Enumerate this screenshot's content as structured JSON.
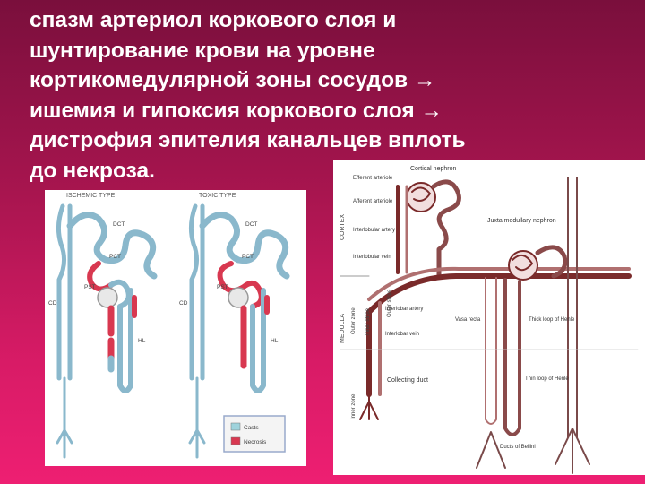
{
  "title_lines": [
    "спазм артериол коркового слоя и",
    "шунтирование крови на уровне",
    "кортикомедулярной зоны сосудов →",
    "ишемия и гипоксия коркового слоя →",
    "дистрофия эпителия канальцев вплоть",
    "до некроза."
  ],
  "left_figure": {
    "ischemic_label": "ISCHEMIC TYPE",
    "toxic_label": "TOXIC TYPE",
    "dct": "DCT",
    "pct": "PCT",
    "cd": "CD",
    "pst": "PST",
    "hl": "HL",
    "legend": {
      "casts": "Casts",
      "necrosis": "Necrosis"
    },
    "colors": {
      "tubule": "#8ab8cc",
      "cast": "#9fd3dc",
      "necrosis": "#d83850"
    }
  },
  "right_figure": {
    "labels": {
      "cortical_nephron": "Cortical nephron",
      "efferent_arteriole": "Efferent arteriole",
      "afferent_arteriole": "Afferent arteriole",
      "juxtamedullary_nephron": "Juxta medullary nephron",
      "interlobular_artery": "Interlobular artery",
      "interlobular_vein": "Interlobular vein",
      "interlobar_artery": "Interlobar artery",
      "interlobar_vein": "Interlobar vein",
      "vasa_recta": "Vasa recta",
      "thick_loop": "Thick loop of Henle",
      "thin_loop": "Thin loop of Henle",
      "collecting_duct": "Collecting duct",
      "ducts_of_bellini": "Ducts of Bellini",
      "cortex": "CORTEX",
      "outer_zone": "Outer zone",
      "inner_stripe": "Inner stripe",
      "outer_stripe": "Outer stripe",
      "medulla": "MEDULLA",
      "inner_zone": "Inner zone"
    }
  }
}
